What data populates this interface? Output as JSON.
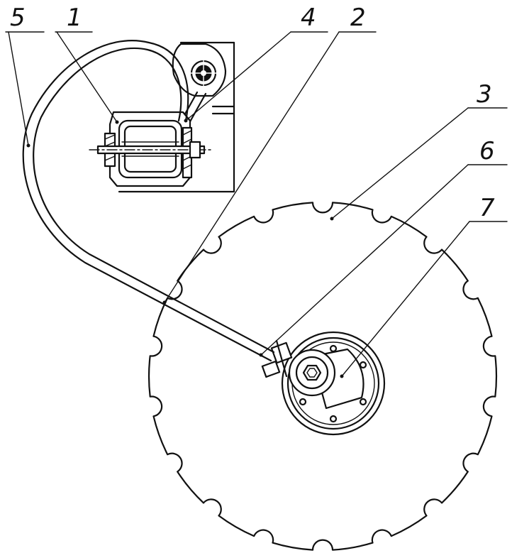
{
  "callouts": [
    {
      "id": "callout-1",
      "number": "1"
    },
    {
      "id": "callout-2",
      "number": "2"
    },
    {
      "id": "callout-3",
      "number": "3"
    },
    {
      "id": "callout-4",
      "number": "4"
    },
    {
      "id": "callout-5",
      "number": "5"
    },
    {
      "id": "callout-6",
      "number": "6"
    },
    {
      "id": "callout-7",
      "number": "7"
    }
  ]
}
